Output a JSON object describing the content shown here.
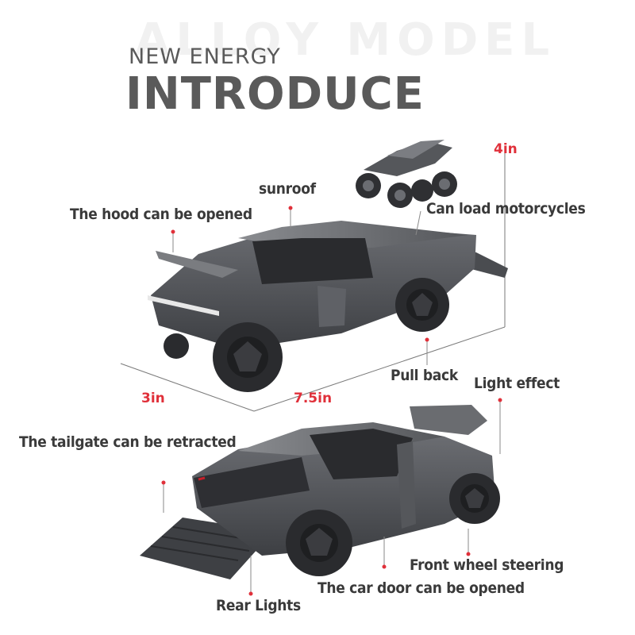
{
  "header": {
    "watermark": "ALLOY MODEL",
    "subtitle": "NEW ENERGY",
    "title": "INTRODUCE"
  },
  "dimensions": {
    "height": "4in",
    "width": "3in",
    "length": "7.5in"
  },
  "features": {
    "sunroof": "sunroof",
    "hood": "The hood can be opened",
    "motorcycle": "Can load motorcycles",
    "pull_back": "Pull back",
    "light_effect": "Light effect",
    "tailgate": "The tailgate can be retracted",
    "front_wheel": "Front wheel steering",
    "door": "The car door can be opened",
    "rear_lights": "Rear Lights"
  },
  "colors": {
    "accent": "#e0303a",
    "label": "#3a3a3a",
    "title": "#5a5a5a",
    "body": "#4e5055"
  }
}
